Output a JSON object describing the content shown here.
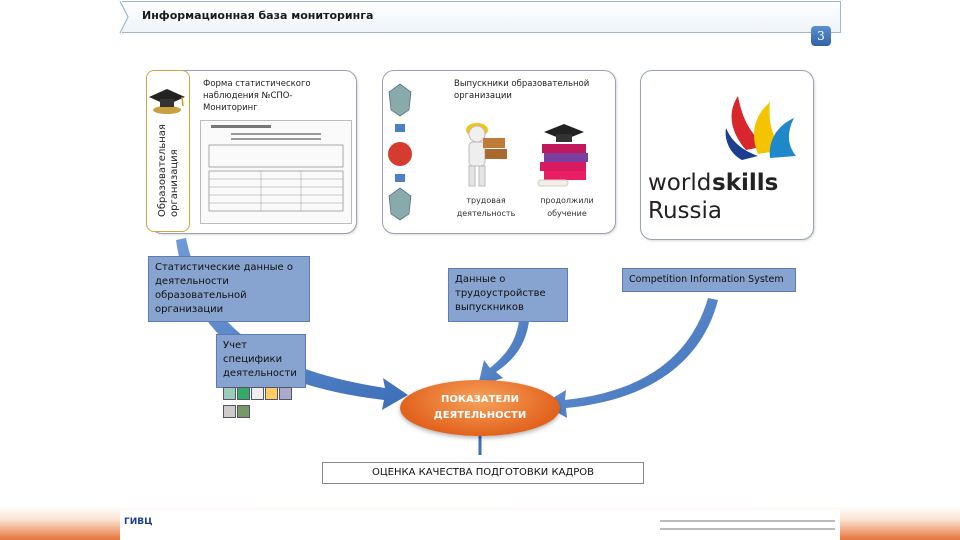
{
  "header": {
    "title": "Информационная база мониторинга",
    "page_number": "3"
  },
  "panel_left": {
    "side_label": "Образовательная организация",
    "form_caption": "Форма статистического наблюдения №СПО-Мониторинг"
  },
  "panel_middle": {
    "caption": "Выпускники образовательной организации",
    "item_work": "трудовая деятельность",
    "item_study": "продолжили обучение"
  },
  "panel_right": {
    "logo_word1": "world",
    "logo_word2": "skills",
    "logo_word3": "Russia"
  },
  "boxes": {
    "stat": "Статистические данные о деятельности образовательной организации",
    "employment": "Данные о трудоустройстве выпускников",
    "competition": "Competition Information System",
    "specifics": "Учет специфики деятельности"
  },
  "center": {
    "indicators": "ПОКАЗАТЕЛИ ДЕЯТЕЛЬНОСТИ",
    "quality": "ОЦЕНКА КАЧЕСТВА ПОДГОТОВКИ КАДРОВ"
  },
  "footer": {
    "logo": "ГИВЦ"
  },
  "colors": {
    "accent_blue": "#4f7fc4",
    "box_blue": "#87a3cf",
    "orange": "#e2631e"
  }
}
